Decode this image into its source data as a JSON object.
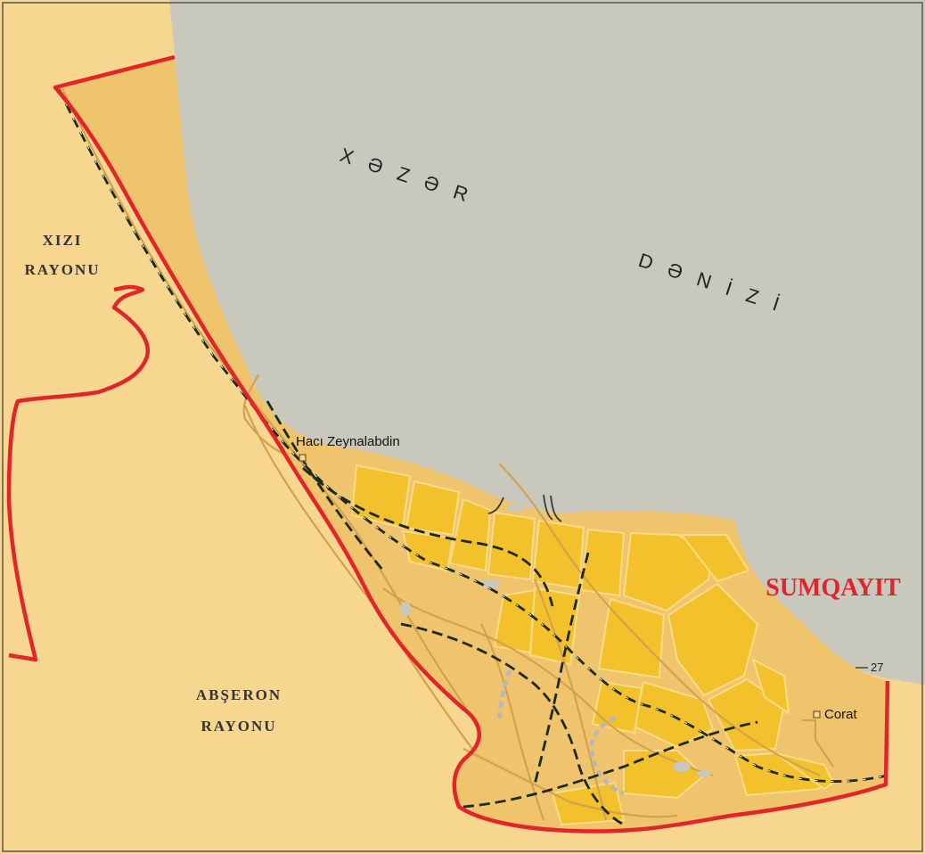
{
  "map": {
    "sea_name_part1": "X Ə Z Ə R",
    "sea_name_part2": "D Ə N İ Z İ",
    "city_name": "SUMQAYIT",
    "neighbor_districts": [
      {
        "line1": "XIZI",
        "line2": "RAYONU"
      },
      {
        "line1": "ABŞERON",
        "line2": "RAYONU"
      }
    ],
    "settlements": [
      {
        "name": "Hacı Zeynalabdin"
      },
      {
        "name": "Corat"
      }
    ],
    "road_marker": "27",
    "colors": {
      "sea": "#c9c8bd",
      "land_outside": "#f7d690",
      "city_territory": "#f0c46c",
      "urban_blocks": "#f2c12b",
      "border": "#e0262a",
      "railway": "#1c2a1a",
      "roads": "#d2a24e"
    }
  }
}
